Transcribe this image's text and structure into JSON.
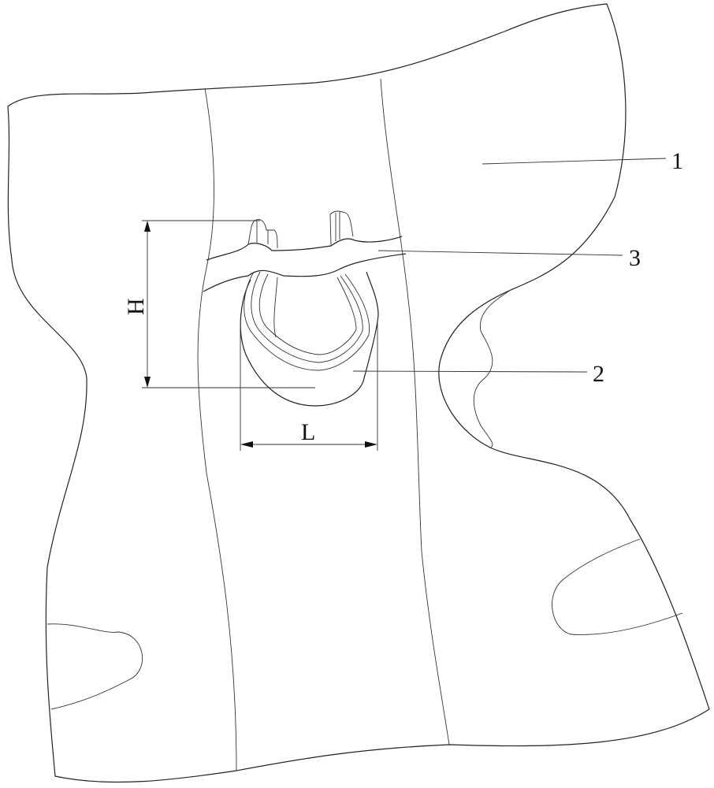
{
  "figure": {
    "parts": [
      {
        "label": "1",
        "part": "1"
      },
      {
        "label": "2",
        "part": "2"
      },
      {
        "label": "3",
        "part": "3"
      }
    ],
    "dimensions": {
      "height_label": "H",
      "length_label": "L"
    }
  }
}
